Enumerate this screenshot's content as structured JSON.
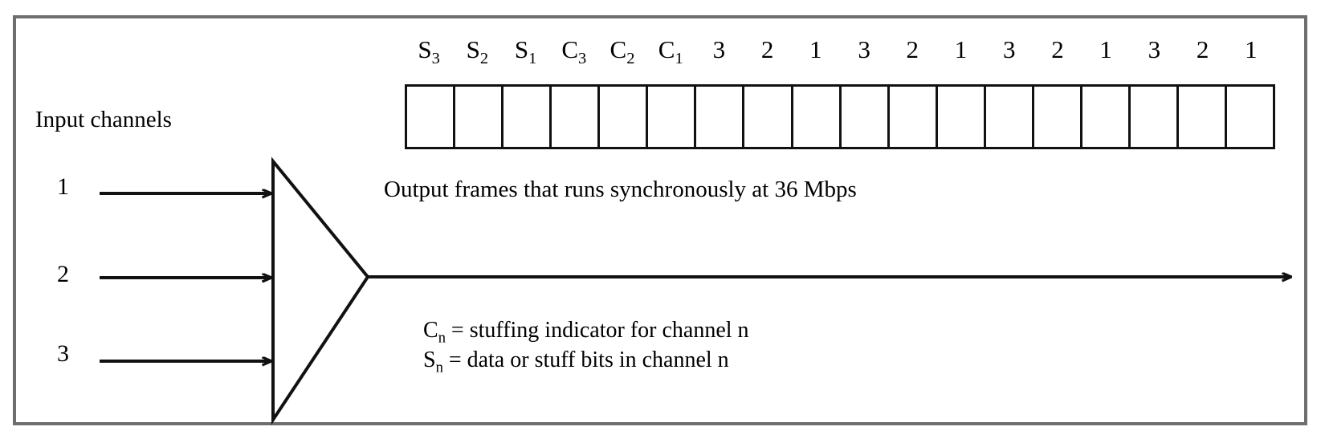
{
  "figure": {
    "name": "synchronous-tdm-multiplexer-frame-diagram",
    "border_color": "#6e6e70",
    "line_color": "#111111"
  },
  "input_section": {
    "title": "Input channels",
    "channels": [
      {
        "label": "1"
      },
      {
        "label": "2"
      },
      {
        "label": "3"
      }
    ]
  },
  "frame": {
    "cell_count": 18,
    "column_labels": [
      {
        "base": "S",
        "sub": "3",
        "text": "S3"
      },
      {
        "base": "S",
        "sub": "2",
        "text": "S2"
      },
      {
        "base": "S",
        "sub": "1",
        "text": "S1"
      },
      {
        "base": "C",
        "sub": "3",
        "text": "C3"
      },
      {
        "base": "C",
        "sub": "2",
        "text": "C2"
      },
      {
        "base": "C",
        "sub": "1",
        "text": "C1"
      },
      {
        "base": "3",
        "sub": "",
        "text": "3"
      },
      {
        "base": "2",
        "sub": "",
        "text": "2"
      },
      {
        "base": "1",
        "sub": "",
        "text": "1"
      },
      {
        "base": "3",
        "sub": "",
        "text": "3"
      },
      {
        "base": "2",
        "sub": "",
        "text": "2"
      },
      {
        "base": "1",
        "sub": "",
        "text": "1"
      },
      {
        "base": "3",
        "sub": "",
        "text": "3"
      },
      {
        "base": "2",
        "sub": "",
        "text": "2"
      },
      {
        "base": "1",
        "sub": "",
        "text": "1"
      },
      {
        "base": "3",
        "sub": "",
        "text": "3"
      },
      {
        "base": "2",
        "sub": "",
        "text": "2"
      },
      {
        "base": "1",
        "sub": "",
        "text": "1"
      }
    ],
    "caption": "Output frames that runs synchronously at 36 Mbps"
  },
  "legend": {
    "lines": [
      {
        "base": "C",
        "sub": "n",
        "rest": " = stuffing indicator for channel n"
      },
      {
        "base": "S",
        "sub": "n",
        "rest": " = data or stuff bits in channel n"
      }
    ]
  }
}
